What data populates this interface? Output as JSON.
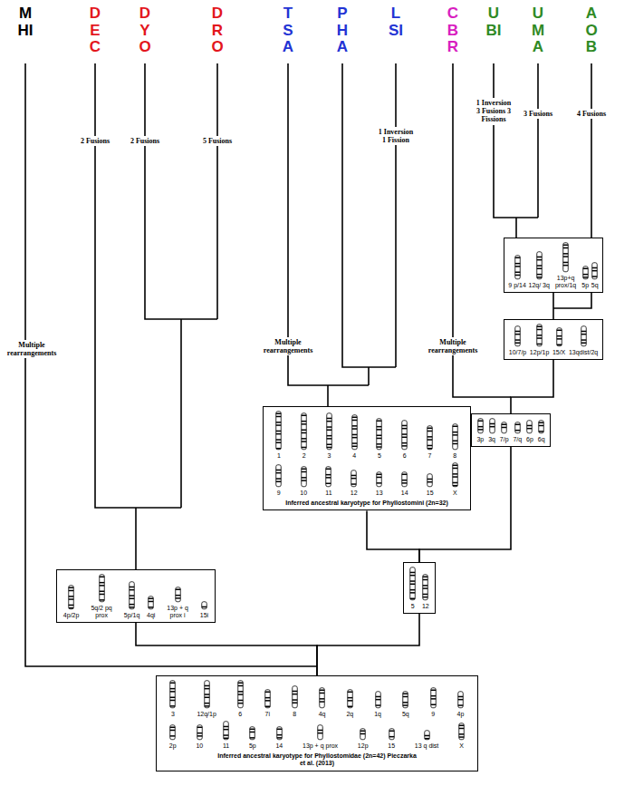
{
  "diagram": {
    "nodes": [
      {
        "text": [
          "9 p/14",
          "12q/ 3q",
          "13p+q prox/1q",
          "5p",
          "5q"
        ]
      },
      {
        "text": [
          "10/7/p",
          "12p/1p",
          "15/X",
          "13qdist/2q"
        ]
      },
      {
        "text": [
          "1",
          "2",
          "3",
          "4",
          "5",
          "6",
          "7",
          "8",
          "9",
          "10",
          "11",
          "12",
          "13",
          "14",
          "15",
          "X",
          "Inferred ancestral karyotype for Phyllostomini (2n=32)"
        ]
      },
      {
        "text": [
          "3p",
          "3q",
          "7/p",
          "7/q",
          "6p",
          "6q"
        ]
      },
      {
        "text": [
          "5",
          "12"
        ]
      },
      {
        "text": [
          "4p/2p",
          "5q/2 pq prox",
          "5p/1q",
          "4qi",
          "13p + q prox i",
          "15i"
        ]
      },
      {
        "text": [
          "3",
          "12q/1p",
          "6",
          "7i",
          "8",
          "4q",
          "2q",
          "1q",
          "5q",
          "9",
          "4p",
          "2p",
          "10",
          "11",
          "5p",
          "14",
          "13p + q prox",
          "12p",
          "15",
          "13 q dist",
          "X",
          "Inferred ancestral karyotype for Phyllostomidae (2n=42) Pieczarka et al. (2013)"
        ]
      }
    ],
    "edges": [
      {
        "from": 6,
        "to": 5,
        "arrow": "none"
      },
      {
        "from": 6,
        "to": 4,
        "arrow": "none"
      },
      {
        "from": 4,
        "to": 2,
        "arrow": "none"
      },
      {
        "from": 4,
        "to": 3,
        "arrow": "none"
      },
      {
        "from": 3,
        "to": 1,
        "arrow": "none"
      },
      {
        "from": 1,
        "to": 0,
        "arrow": "none"
      }
    ],
    "labels": [
      "MHI",
      "DEC",
      "DYO",
      "DRO",
      "TSA",
      "PHA",
      "LSI",
      "CBR",
      "UBI",
      "UMA",
      "AOB",
      "Multiple rearrangements",
      "2 Fusions",
      "2 Fusions",
      "5 Fusions",
      "Multiple rearrangements",
      "1 Inversion 1 Fission",
      "Multiple rearrangements",
      "1 Inversion 3 Fusions 3 Fissions",
      "3 Fusions",
      "4 Fusions"
    ]
  }
}
